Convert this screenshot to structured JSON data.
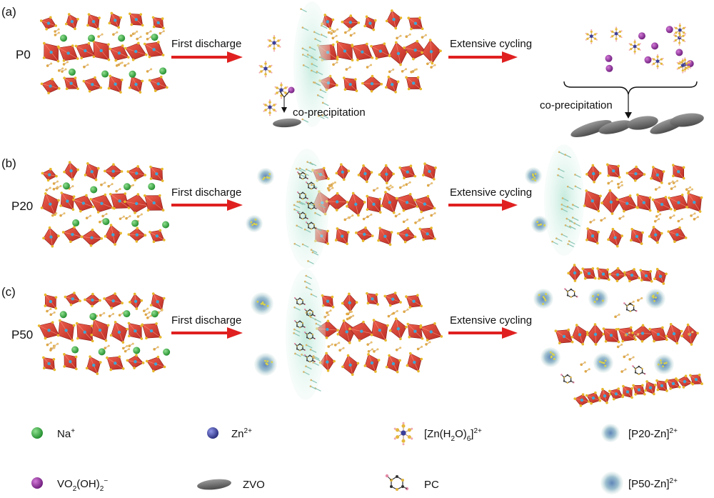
{
  "panels": [
    {
      "tag": "(a)",
      "sample": "P0",
      "step1": "First discharge",
      "step2": "Extensive cycling",
      "note1": "co-precipitation",
      "note2": "co-precipitation"
    },
    {
      "tag": "(b)",
      "sample": "P20",
      "step1": "First discharge",
      "step2": "Extensive cycling"
    },
    {
      "tag": "(c)",
      "sample": "P50",
      "step1": "First discharge",
      "step2": "Extensive cycling"
    }
  ],
  "legend": {
    "na": {
      "base": "Na",
      "sup": "+"
    },
    "zn": {
      "base": "Zn",
      "sup": "2+"
    },
    "znh2o": {
      "pre": "[Zn(H",
      "sub1": "2",
      "mid": "O)",
      "sub2": "6",
      "post": "]",
      "sup": "2+"
    },
    "p20": {
      "base": "[P20-Zn]",
      "sup": "2+"
    },
    "vo2": {
      "pre": "VO",
      "sub1": "2",
      "mid": "(OH)",
      "sub2": "2",
      "sup": "−"
    },
    "zvo": "ZVO",
    "pc": "PC",
    "p50": {
      "base": "[P50-Zn]",
      "sup": "2+"
    }
  },
  "colors": {
    "octahedron": "#d93a32",
    "arrow": "#e02020",
    "na": "#2fae3c",
    "zn": "#3a3f9a",
    "vo2": "#8a2c9a",
    "zvo": "#6b6b6b",
    "sei": "#cfeee3"
  }
}
